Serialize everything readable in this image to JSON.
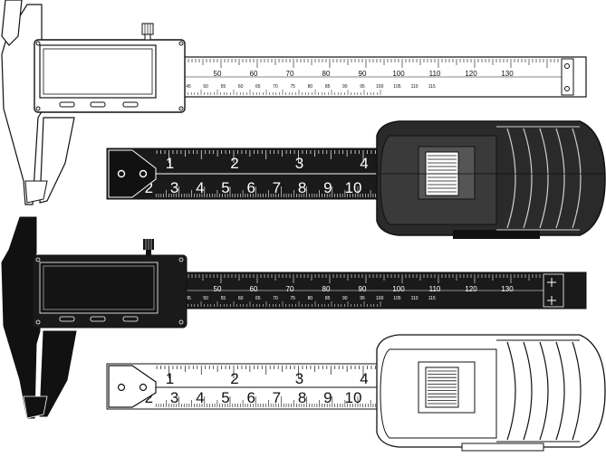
{
  "illustration": {
    "calipers": [
      {
        "id": "caliper-white",
        "theme": "light",
        "main_scale": [
          "50",
          "60",
          "70",
          "80",
          "90",
          "100",
          "110",
          "120",
          "130"
        ],
        "vernier_scale": [
          "45",
          "50",
          "55",
          "60",
          "65",
          "70",
          "75",
          "80",
          "85",
          "90",
          "95",
          "100",
          "105",
          "110",
          "115"
        ]
      },
      {
        "id": "caliper-black",
        "theme": "dark",
        "main_scale": [
          "50",
          "60",
          "70",
          "80",
          "90",
          "100",
          "110",
          "120",
          "130"
        ],
        "vernier_scale": [
          "45",
          "50",
          "55",
          "60",
          "65",
          "70",
          "75",
          "80",
          "85",
          "90",
          "95",
          "100",
          "105",
          "110",
          "115"
        ]
      }
    ],
    "tape_measures": [
      {
        "id": "tape-black",
        "theme": "dark",
        "inch_labels": [
          "1",
          "2",
          "3",
          "4"
        ],
        "cm_labels": [
          "2",
          "3",
          "4",
          "5",
          "6",
          "7",
          "8",
          "9",
          "10"
        ]
      },
      {
        "id": "tape-white",
        "theme": "light",
        "inch_labels": [
          "1",
          "2",
          "3",
          "4"
        ],
        "cm_labels": [
          "2",
          "3",
          "4",
          "5",
          "6",
          "7",
          "8",
          "9",
          "10"
        ]
      }
    ],
    "colors": {
      "outline": "#111111",
      "dark_fill": "#1a1a1a",
      "dark_body": "#2a2a2a",
      "light_fill": "#ffffff",
      "screen_light": "#ffffff",
      "screen_dark": "#141414"
    }
  }
}
